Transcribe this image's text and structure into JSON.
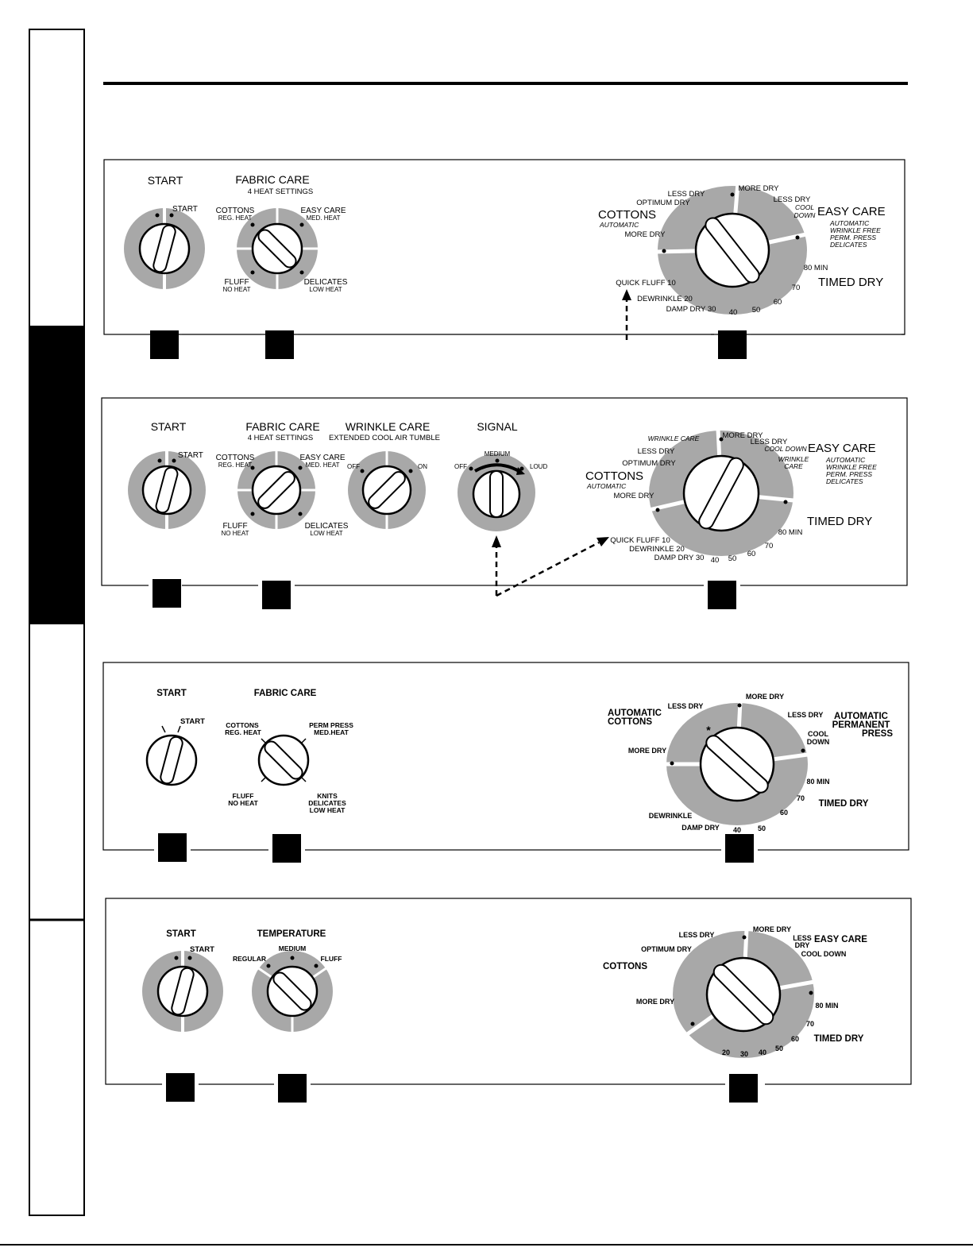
{
  "panels": [
    {
      "knobs": [
        {
          "heading": "START",
          "labels": [
            "START"
          ]
        },
        {
          "heading": "FABRIC CARE",
          "subheading": "4 HEAT SETTINGS",
          "labels": [
            "COTTONS",
            "REG. HEAT",
            "EASY CARE",
            "MED. HEAT",
            "FLUFF",
            "NO HEAT",
            "DELICATES",
            "LOW HEAT"
          ]
        }
      ],
      "timer": {
        "labels": [
          "LESS DRY",
          "MORE DRY",
          "OPTIMUM DRY",
          "LESS DRY",
          "COTTONS",
          "AUTOMATIC",
          "COOL",
          "DOWN",
          "MORE DRY",
          "EASY CARE",
          "AUTOMATIC",
          "WRINKLE FREE",
          "PERM. PRESS",
          "DELICATES",
          "80 MIN",
          "TIMED DRY",
          "70",
          "QUICK FLUFF 10",
          "DEWRINKLE 20",
          "60",
          "DAMP DRY 30",
          "40",
          "50"
        ]
      }
    },
    {
      "knobs": [
        {
          "heading": "START",
          "labels": [
            "START"
          ]
        },
        {
          "heading": "FABRIC CARE",
          "subheading": "4 HEAT SETTINGS",
          "labels": [
            "COTTONS",
            "REG. HEAT",
            "EASY CARE",
            "MED. HEAT",
            "FLUFF",
            "NO HEAT",
            "DELICATES",
            "LOW HEAT"
          ]
        },
        {
          "heading": "WRINKLE CARE",
          "subheading": "EXTENDED COOL AIR TUMBLE",
          "labels": [
            "OFF",
            "ON"
          ]
        },
        {
          "heading": "SIGNAL",
          "labels": [
            "MEDIUM",
            "OFF",
            "LOUD"
          ]
        }
      ],
      "timer": {
        "labels": [
          "WRINKLE CARE",
          "MORE DRY",
          "LESS DRY",
          "LESS DRY",
          "COOL DOWN",
          "EASY CARE",
          "OPTIMUM DRY",
          "WRINKLE",
          "CARE",
          "AUTOMATIC",
          "WRINKLE FREE",
          "COTTONS",
          "PERM. PRESS",
          "AUTOMATIC",
          "DELICATES",
          "MORE DRY",
          "TIMED DRY",
          "80 MIN",
          "QUICK FLUFF 10",
          "70",
          "DEWRINKLE 20",
          "DAMP DRY 30",
          "60",
          "40",
          "50"
        ]
      }
    },
    {
      "knobs": [
        {
          "heading": "START",
          "labels": [
            "START"
          ]
        },
        {
          "heading": "FABRIC CARE",
          "labels": [
            "COTTONS",
            "REG. HEAT",
            "PERM PRESS",
            "MED.HEAT",
            "FLUFF",
            "NO HEAT",
            "KNITS",
            "DELICATES",
            "LOW HEAT"
          ]
        }
      ],
      "timer": {
        "labels": [
          "MORE DRY",
          "AUTOMATIC",
          "LESS DRY",
          "COTTONS",
          "LESS DRY",
          "AUTOMATIC",
          "PERMANENT",
          "PRESS",
          "COOL",
          "DOWN",
          "MORE DRY",
          "80 MIN",
          "70",
          "TIMED DRY",
          "DEWRINKLE",
          "60",
          "DAMP DRY",
          "40",
          "50"
        ],
        "star": "*"
      }
    },
    {
      "knobs": [
        {
          "heading": "START",
          "labels": [
            "START"
          ]
        },
        {
          "heading": "TEMPERATURE",
          "labels": [
            "MEDIUM",
            "REGULAR",
            "FLUFF"
          ]
        }
      ],
      "timer": {
        "labels": [
          "LESS DRY",
          "MORE DRY",
          "LESS",
          "EASY CARE",
          "DRY",
          "OPTIMUM DRY",
          "COOL DOWN",
          "COTTONS",
          "MORE DRY",
          "80 MIN",
          "70",
          "TIMED DRY",
          "60",
          "20",
          "30",
          "40",
          "50"
        ]
      }
    }
  ]
}
